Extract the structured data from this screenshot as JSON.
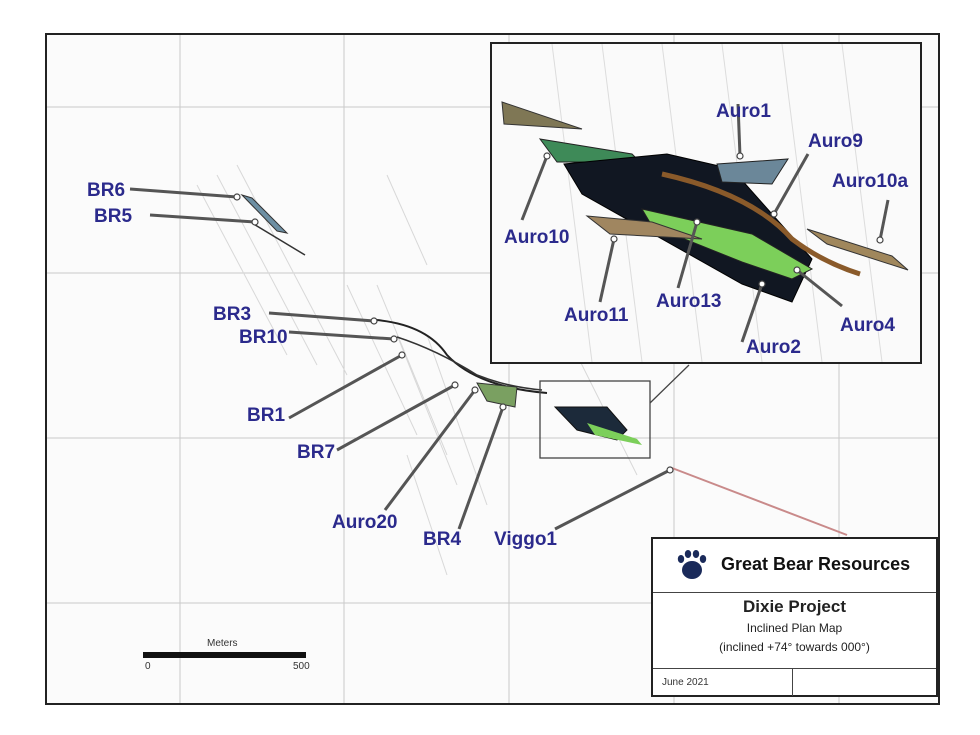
{
  "map": {
    "labels": {
      "br6": "BR6",
      "br5": "BR5",
      "br3": "BR3",
      "br10": "BR10",
      "br1": "BR1",
      "br7": "BR7",
      "auro20": "Auro20",
      "br4": "BR4",
      "viggo1": "Viggo1"
    },
    "label_color": "#2b2a8c"
  },
  "inset": {
    "labels": {
      "auro1": "Auro1",
      "auro9": "Auro9",
      "auro10a": "Auro10a",
      "auro10": "Auro10",
      "auro11": "Auro11",
      "auro13": "Auro13",
      "auro2": "Auro2",
      "auro4": "Auro4"
    }
  },
  "scale_bar": {
    "title": "Meters",
    "min": "0",
    "max": "500"
  },
  "title_block": {
    "company": "Great Bear Resources",
    "project": "Dixie Project",
    "map_type": "Inclined Plan Map",
    "inclination": "(inclined +74° towards 000°)",
    "date": "June 2021",
    "logo": "bear-paw-icon"
  }
}
